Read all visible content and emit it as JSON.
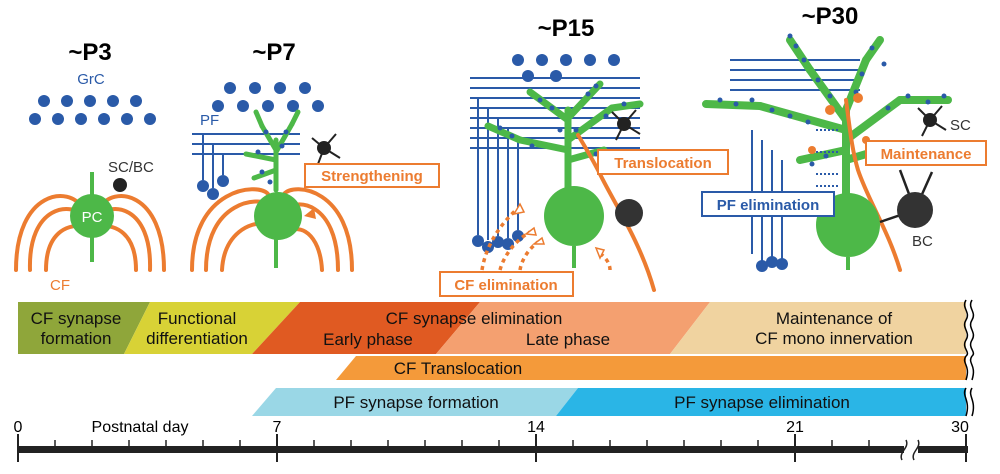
{
  "stages": {
    "p3": {
      "title": "~P3",
      "grc_label": "GrC",
      "scbc_label": "SC/BC",
      "pc_label": "PC",
      "cf_label": "CF"
    },
    "p7": {
      "title": "~P7",
      "pf_label": "PF",
      "event_label": "Strengthening"
    },
    "p15": {
      "title": "~P15",
      "translocation_label": "Translocation",
      "cf_elimination_label": "CF elimination"
    },
    "p30": {
      "title": "~P30",
      "sc_label": "SC",
      "maintenance_label": "Maintenance",
      "pf_elimination_label": "PF elimination",
      "bc_label": "BC"
    }
  },
  "timeline": {
    "phases": {
      "cf_synapse_formation": [
        "CF synapse",
        "formation"
      ],
      "functional_differentiation": [
        "Functional",
        "differentiation"
      ],
      "cf_synapse_elimination": "CF synapse elimination",
      "early_phase": "Early phase",
      "late_phase": "Late phase",
      "maintenance": [
        "Maintenance of",
        "CF mono innervation"
      ]
    },
    "cf_translocation": "CF Translocation",
    "pf_synapse_formation": "PF synapse formation",
    "pf_synapse_elimination": "PF synapse elimination",
    "axis": {
      "title": "Postnatal day",
      "ticks": [
        "0",
        "7",
        "14",
        "21",
        "30"
      ]
    }
  },
  "colors": {
    "purkinje_green": "#4db848",
    "climbing_fiber_orange": "#ec7c30",
    "granule_blue": "#2a5aa8",
    "interneuron_dark": "#333333",
    "cf_formation_olive": "#8fa63a",
    "functional_yellow": "#d8d236",
    "early_phase_red": "#e05a22",
    "late_phase_salmon": "#f4a070",
    "maintenance_beige": "#f0d3a0",
    "translocation_orange": "#f49a3a",
    "pf_formation_lightblue": "#9ad7e6",
    "pf_elimination_blue": "#2ab5e6"
  }
}
